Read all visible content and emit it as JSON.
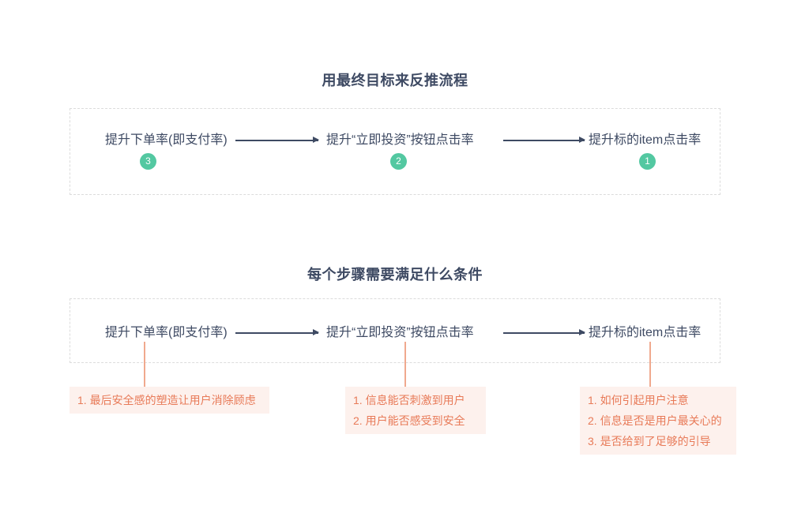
{
  "colors": {
    "text_dark": "#3e4a63",
    "badge_green": "#53c8a1",
    "callout_text_orange": "#e87a58",
    "connector_orange": "#f0a98e",
    "callout_bg_pink": "#fdf1ed",
    "dashed_border_gray": "#dcdcdc",
    "background": "#ffffff"
  },
  "section_goal": {
    "title": "用最终目标来反推流程",
    "steps": [
      {
        "label": "提升下单率(即支付率)",
        "badge": "3"
      },
      {
        "label": "提升“立即投资”按钮点击率",
        "badge": "2"
      },
      {
        "label": "提升标的item点击率",
        "badge": "1"
      }
    ]
  },
  "section_conditions": {
    "title": "每个步骤需要满足什么条件",
    "steps": [
      {
        "label": "提升下单率(即支付率)"
      },
      {
        "label": "提升“立即投资”按钮点击率"
      },
      {
        "label": "提升标的item点击率"
      }
    ],
    "callouts": [
      {
        "items": [
          "1. 最后安全感的塑造让用户消除顾虑"
        ]
      },
      {
        "items": [
          "1. 信息能否刺激到用户",
          "2. 用户能否感受到安全"
        ]
      },
      {
        "items": [
          "1. 如何引起用户注意",
          "2. 信息是否是用户最关心的",
          "3. 是否给到了足够的引导"
        ]
      }
    ]
  }
}
